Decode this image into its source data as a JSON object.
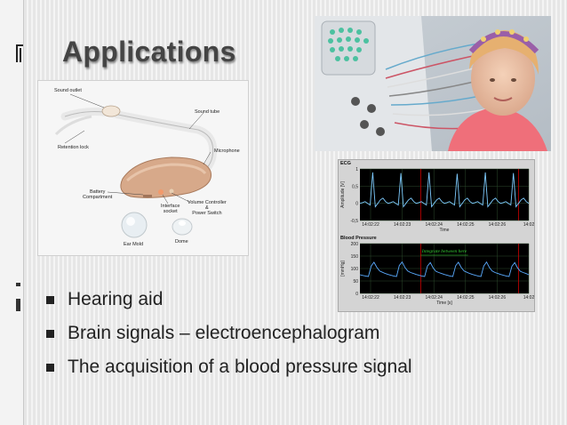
{
  "slide": {
    "title": "Applications"
  },
  "bullets": [
    {
      "text": "Hearing aid"
    },
    {
      "text": "Brain signals – electroencephalogram"
    },
    {
      "text": "The acquisition of a blood pressure signal"
    }
  ],
  "hearing_aid_image": {
    "callouts": {
      "sound_outlet": "Sound outlet",
      "sound_tube": "Sound tube",
      "retention_lock": "Retention lock",
      "microphone": "Microphone",
      "battery": "Battery\nCompartment",
      "volume": "Volume Controller\n&\nPower Switch",
      "interface": "Interface\nsocket",
      "ear_mold": "Ear Mold",
      "dome": "Dome"
    }
  },
  "colors": {
    "title_text": "#444444",
    "bullet_text": "#222222",
    "ecg_trace": "#7ecbff",
    "bp_trace": "#5aaaff",
    "marker_line": "#cc0000",
    "integrate_text": "#33cc33"
  },
  "chart_data": [
    {
      "type": "line",
      "title": "ECG",
      "ylabel": "Amplitude [V]",
      "xlabel": "Time",
      "ylim": [
        -0.5,
        1
      ],
      "yticks": [
        "1",
        "0,5",
        "0",
        "-0,5"
      ],
      "xticks": [
        "14:02:22",
        "14:02:23",
        "14:02:24",
        "14:02:25",
        "14:02:26",
        "14:02"
      ],
      "grid": true,
      "series": [
        {
          "values": [
            0,
            0.02,
            0.05,
            0,
            -0.05,
            0.9,
            -0.1,
            0,
            0.1,
            0.15,
            0.05,
            0,
            0.02,
            0.05,
            0,
            -0.05,
            0.88,
            -0.1,
            0,
            0.1,
            0.15,
            0.05,
            0,
            0.02,
            0.05,
            0,
            -0.05,
            0.9,
            -0.1,
            0,
            0.1,
            0.15,
            0.05,
            0,
            0.02,
            0.05,
            0,
            -0.05,
            0.86,
            -0.1,
            0,
            0.1,
            0.15,
            0.05,
            0,
            0.02,
            0.05,
            0,
            -0.05,
            0.9,
            -0.1,
            0,
            0.1,
            0.15,
            0.05,
            0,
            0.02,
            0.05,
            0,
            -0.05,
            0.88,
            -0.1,
            0,
            0.1,
            0.15,
            0.05,
            0
          ]
        }
      ]
    },
    {
      "type": "line",
      "title": "Blood Pressure",
      "ylabel": "[mmHg]",
      "xlabel": "Time [s]",
      "ylim": [
        0,
        200
      ],
      "yticks": [
        "200",
        "150",
        "100",
        "50",
        "0"
      ],
      "xticks": [
        "14:02:22",
        "14:02:23",
        "14:02:24",
        "14:02:25",
        "14:02:26",
        "14:02"
      ],
      "annotation": "Integrate between here",
      "grid": true,
      "series": [
        {
          "values": [
            75,
            72,
            70,
            68,
            110,
            125,
            105,
            90,
            85,
            80,
            76,
            73,
            70,
            68,
            112,
            126,
            104,
            90,
            84,
            80,
            76,
            73,
            70,
            68,
            110,
            124,
            103,
            89,
            84,
            80,
            76,
            73,
            70,
            68,
            111,
            125,
            104,
            90,
            85,
            80,
            76,
            73,
            70,
            68,
            110,
            126,
            104,
            90,
            84,
            80,
            76,
            73,
            70,
            68,
            109,
            124,
            103,
            89,
            84,
            80,
            75
          ]
        }
      ]
    }
  ]
}
